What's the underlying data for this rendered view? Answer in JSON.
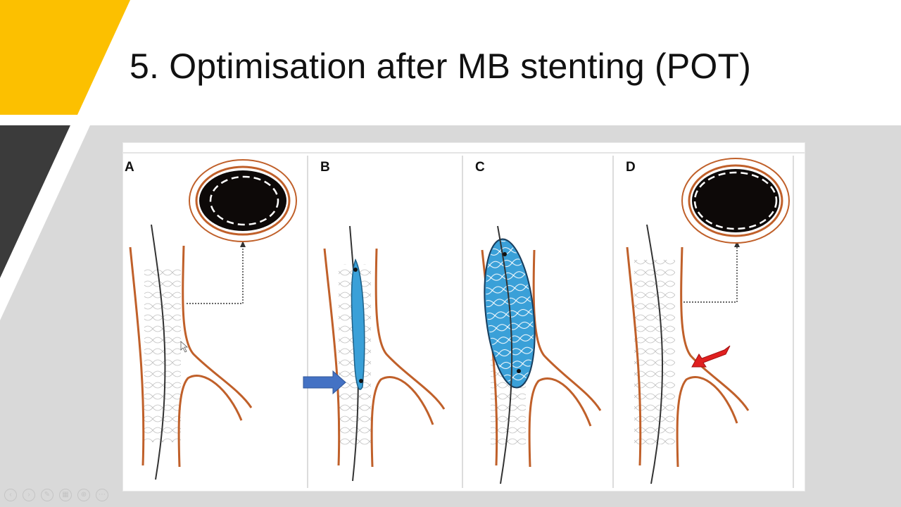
{
  "slide": {
    "title": "5. Optimisation after MB stenting (POT)"
  },
  "figure": {
    "panels": [
      {
        "letter": "A"
      },
      {
        "letter": "B"
      },
      {
        "letter": "C"
      },
      {
        "letter": "D"
      }
    ]
  },
  "colors": {
    "accent_yellow": "#fcc000",
    "dark_gray": "#3b3b3b",
    "vessel": "#c0602a",
    "balloon": "#3aa0d8",
    "arrow_blue": "#4472c4",
    "arrow_red": "#e02020"
  },
  "toolbar": {
    "icons": [
      "prev-icon",
      "next-icon",
      "pen-icon",
      "slides-icon",
      "zoom-icon",
      "more-icon"
    ]
  }
}
